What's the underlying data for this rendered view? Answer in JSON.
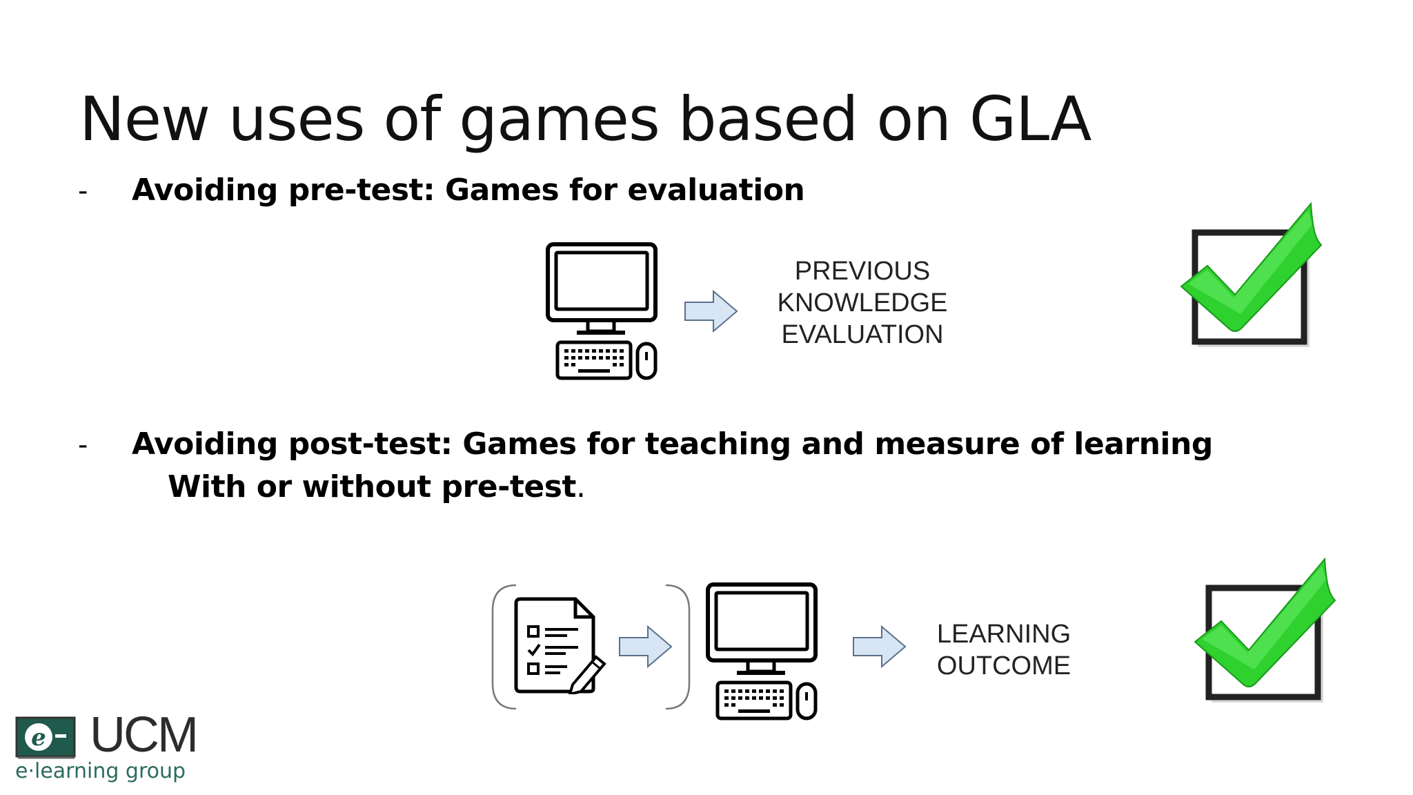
{
  "slide": {
    "title": "New uses of games based on GLA",
    "bullet_marker": "-",
    "bullets": [
      {
        "text": "Avoiding pre-test: Games for evaluation"
      },
      {
        "text": "Avoiding post-test: Games for teaching and measure of learning",
        "subtext": "With or without pre-test",
        "subtext_end": "."
      }
    ],
    "diagram1": {
      "label_lines": [
        "PREVIOUS",
        "KNOWLEDGE",
        "EVALUATION"
      ]
    },
    "diagram2": {
      "label_lines": [
        "LEARNING",
        "OUTCOME"
      ]
    },
    "logo": {
      "word": "UCM",
      "sub": "e·learning group",
      "badge_letter": "e"
    }
  },
  "colors": {
    "check": "#2fd12f",
    "arrow_fill": "#d7e5f5",
    "arrow_stroke": "#5a6f8a",
    "logo_green": "#1f5a4c"
  },
  "icons": [
    "computer-icon",
    "arrow-right-icon",
    "checkbox-checked-icon",
    "checklist-document-icon",
    "bracket-left-icon",
    "bracket-right-icon"
  ]
}
